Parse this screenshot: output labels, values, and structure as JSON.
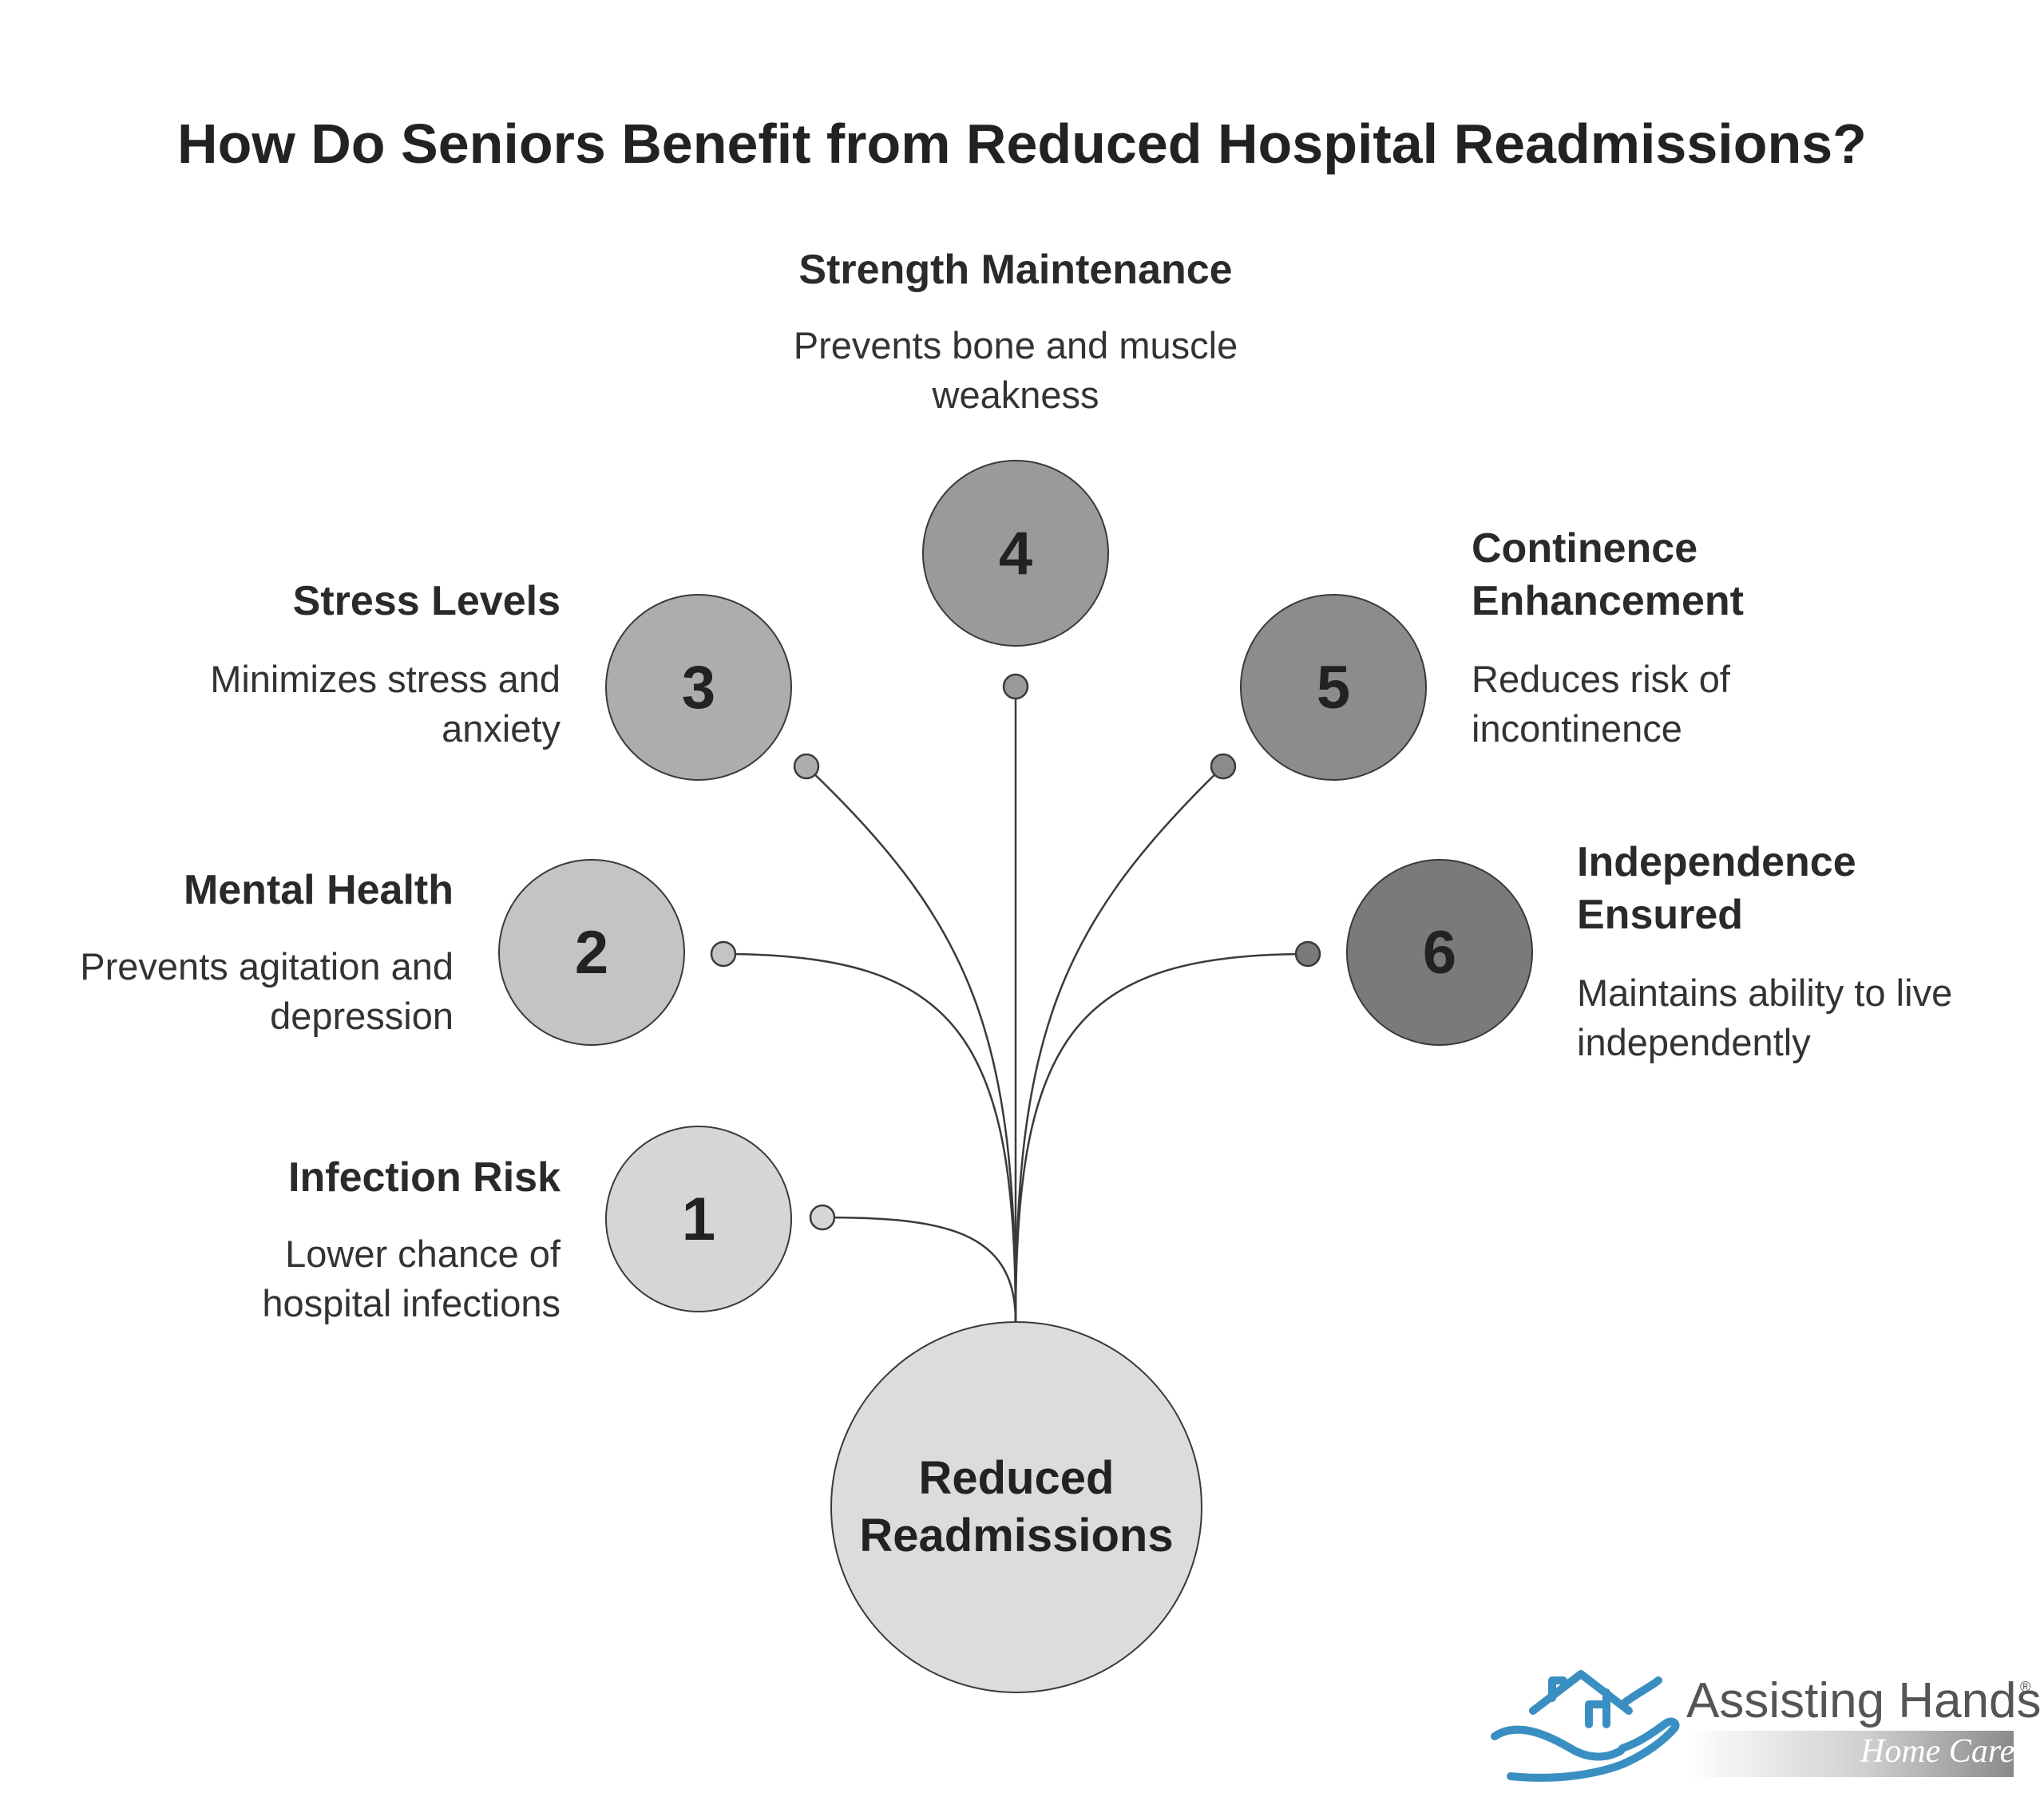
{
  "title": "How Do Seniors Benefit from Reduced Hospital Readmissions?",
  "hub": {
    "line1": "Reduced",
    "line2": "Readmissions",
    "fill": "#dcdcdc"
  },
  "items": [
    {
      "number": "1",
      "title": "Infection Risk",
      "desc_line1": "Lower chance of",
      "desc_line2": "hospital infections",
      "fill": "#d6d6d6"
    },
    {
      "number": "2",
      "title": "Mental Health",
      "desc_line1": "Prevents agitation and",
      "desc_line2": "depression",
      "fill": "#c4c4c4"
    },
    {
      "number": "3",
      "title": "Stress Levels",
      "desc_line1": "Minimizes stress and",
      "desc_line2": "anxiety",
      "fill": "#adadad"
    },
    {
      "number": "4",
      "title": "Strength Maintenance",
      "desc_line1": "Prevents bone and muscle",
      "desc_line2": "weakness",
      "fill": "#9a9a9a"
    },
    {
      "number": "5",
      "title_line1": "Continence",
      "title_line2": "Enhancement",
      "desc_line1": "Reduces risk of",
      "desc_line2": "incontinence",
      "fill": "#8c8c8c"
    },
    {
      "number": "6",
      "title_line1": "Independence",
      "title_line2": "Ensured",
      "desc_line1": "Maintains ability to live",
      "desc_line2": "independently",
      "fill": "#7a7a7a"
    }
  ],
  "logo": {
    "name": "Assisting Hands",
    "registered": "®",
    "subtitle": "Home Care",
    "icon": "house-hand-icon",
    "accent": "#3a8fc2"
  },
  "colors": {
    "stroke": "#3a3a3a",
    "text": "#222222"
  }
}
